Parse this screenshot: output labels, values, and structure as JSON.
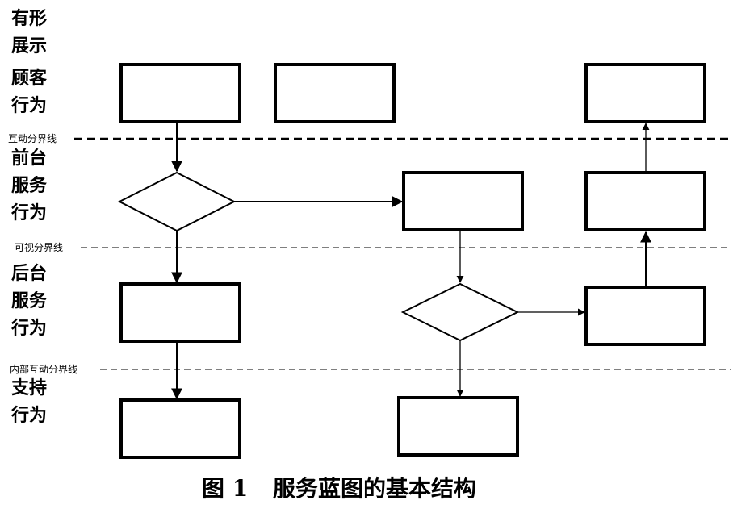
{
  "rows": [
    {
      "line1": "有形",
      "line2": "展示"
    },
    {
      "line1": "顾客",
      "line2": "行为"
    },
    {
      "line1": "前台",
      "line2": "服务",
      "line3": "行为"
    },
    {
      "line1": "后台",
      "line2": "服务",
      "line3": "行为"
    },
    {
      "line1": "支持",
      "line2": "行为"
    }
  ],
  "separators": {
    "interaction": "互动分界线",
    "visibility": "可视分界线",
    "internal": "内部互动分界线"
  },
  "caption": {
    "number": "图 1",
    "title": "服务蓝图的基本结构"
  }
}
